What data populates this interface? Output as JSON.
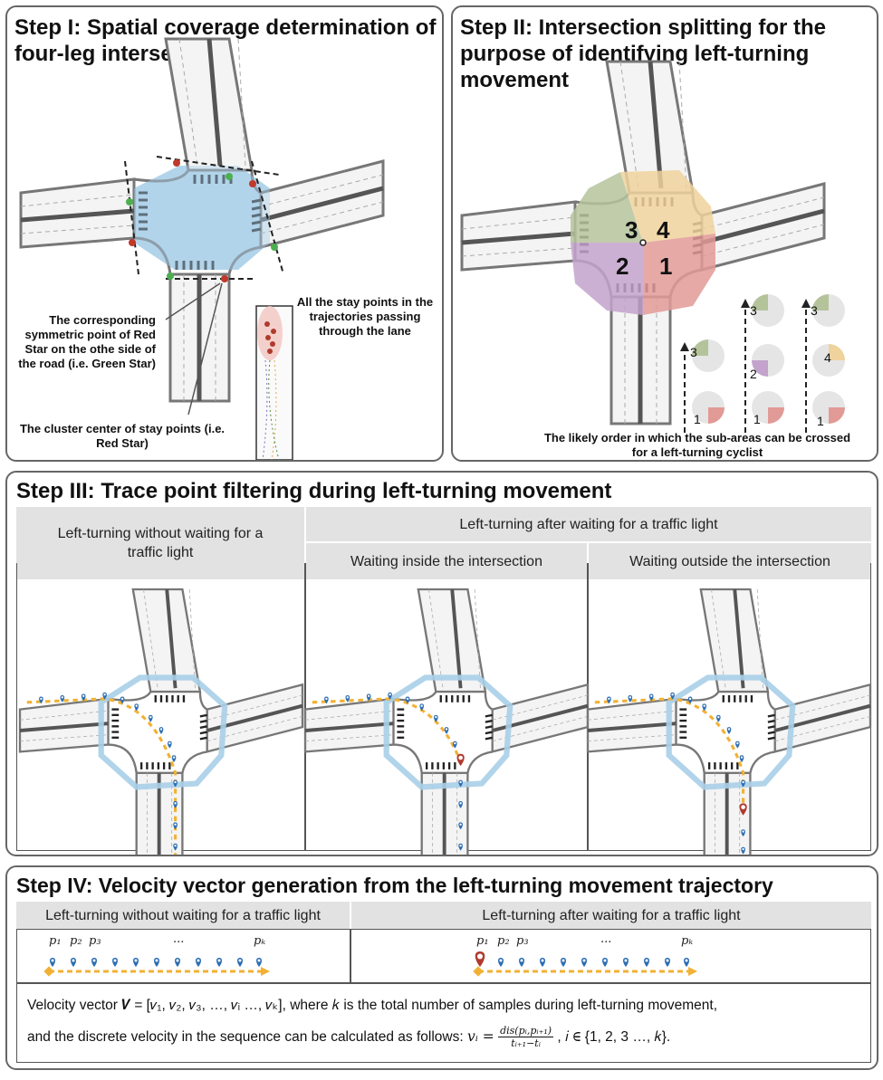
{
  "step1": {
    "title": "Step I: Spatial coverage determination of four-leg intersection",
    "note_stay_points": "All the stay points in the trajectories passing through the lane",
    "note_green_star": "The corresponding symmetric point of Red Star on the othe side of the road (i.e. Green Star)",
    "note_red_star": "The cluster center of stay points (i.e. Red Star)"
  },
  "step2": {
    "title": "Step II: Intersection splitting for the purpose of identifying left-turning movement",
    "regions": [
      "1",
      "2",
      "3",
      "4"
    ],
    "order_note": "The likely order in which the sub-areas can be crossed for a left-turning cyclist",
    "sequences": [
      [
        "3",
        "1"
      ],
      [
        "3",
        "2",
        "1"
      ],
      [
        "3",
        "4",
        "1"
      ]
    ],
    "colors": {
      "region1": "#e29a96",
      "region2": "#c3a2cc",
      "region3": "#b5c39b",
      "region4": "#f0d29c"
    }
  },
  "step3": {
    "title": "Step III: Trace point filtering during left-turning movement",
    "col1_header": "Left-turning without waiting for a traffic light",
    "col2_header": "Left-turning after waiting for a traffic light",
    "sub_inside": "Waiting inside the intersection",
    "sub_outside": "Waiting outside the intersection"
  },
  "step4": {
    "title": "Step IV: Velocity vector generation from the left-turning movement trajectory",
    "col1_header": "Left-turning without waiting for a traffic light",
    "col2_header": "Left-turning after waiting for a traffic light",
    "p1": "p₁",
    "p2": "p₂",
    "p3": "p₃",
    "dots": "...",
    "pk": "pₖ",
    "velocity_line1": "Velocity vector 𝑽 = [𝑣₁, 𝑣₂, 𝑣₃, …, 𝑣ᵢ …, 𝑣ₖ], where 𝑘 is the total number of samples during left-turning movement,",
    "velocity_line2_prefix": "and the discrete velocity in the sequence can be calculated as follows:",
    "vi": "𝑣ᵢ =",
    "frac_num": "dis(pᵢ,pᵢ₊₁)",
    "frac_den": "tᵢ₊₁−tᵢ",
    "velocity_line2_suffix": ", 𝑖 ∈ {1, 2, 3 …, 𝑘}."
  },
  "colors": {
    "pin": "#2e6fb3",
    "wait_pin": "#b03a2e",
    "trajectory": "#f2b134",
    "coverage": "#a9cfe8"
  }
}
